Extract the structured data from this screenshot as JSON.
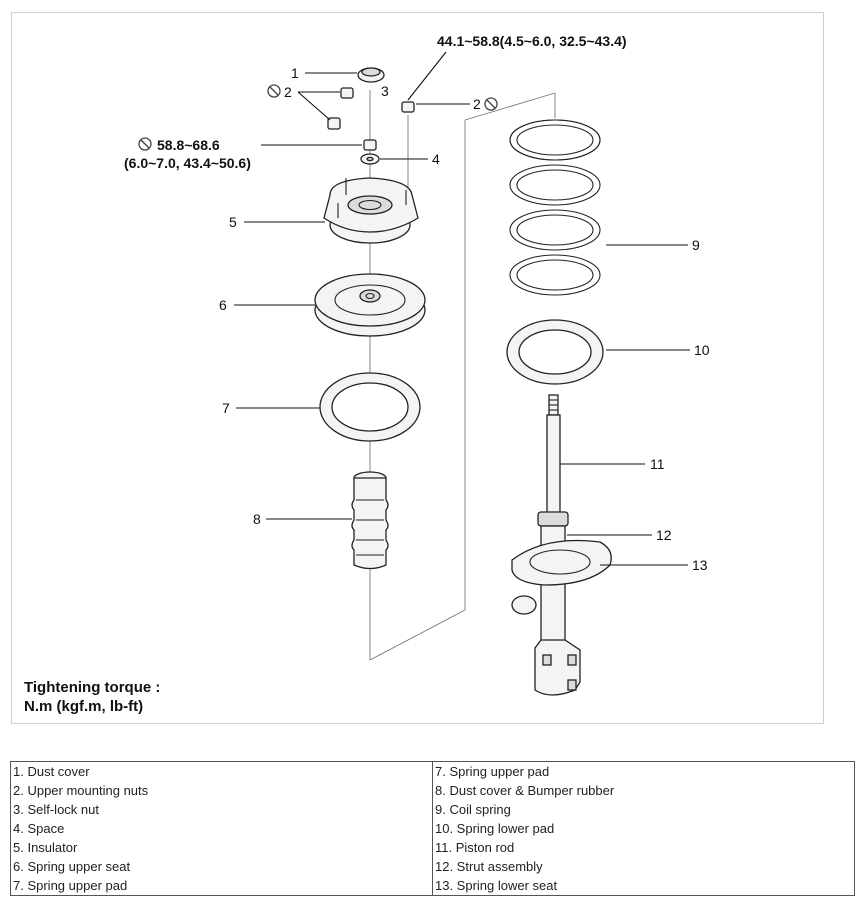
{
  "diagram": {
    "callouts": {
      "c1": "1",
      "c2a": "2",
      "c2b": "2",
      "c3": "3",
      "c4": "4",
      "c5": "5",
      "c6": "6",
      "c7": "7",
      "c8": "8",
      "c9": "9",
      "c10": "10",
      "c11": "11",
      "c12": "12",
      "c13": "13"
    },
    "torque_upper_nut": "44.1~58.8(4.5~6.0, 32.5~43.4)",
    "torque_self_lock_line1": "58.8~68.6",
    "torque_self_lock_line2": "(6.0~7.0, 43.4~50.6)",
    "note_line1": "Tightening torque :",
    "note_line2": "N.m (kgf.m,  lb-ft)"
  },
  "legend": {
    "rows": [
      [
        "1. Dust cover",
        "7. Spring upper pad"
      ],
      [
        "2. Upper mounting nuts",
        "8. Dust cover & Bumper rubber"
      ],
      [
        "3. Self-lock nut",
        "9. Coil spring"
      ],
      [
        "4. Space",
        "10. Spring lower pad"
      ],
      [
        "5. Insulator",
        "11. Piston rod"
      ],
      [
        "6. Spring upper seat",
        "12. Strut assembly"
      ],
      [
        "7. Spring upper pad",
        "13. Spring lower seat"
      ]
    ]
  }
}
